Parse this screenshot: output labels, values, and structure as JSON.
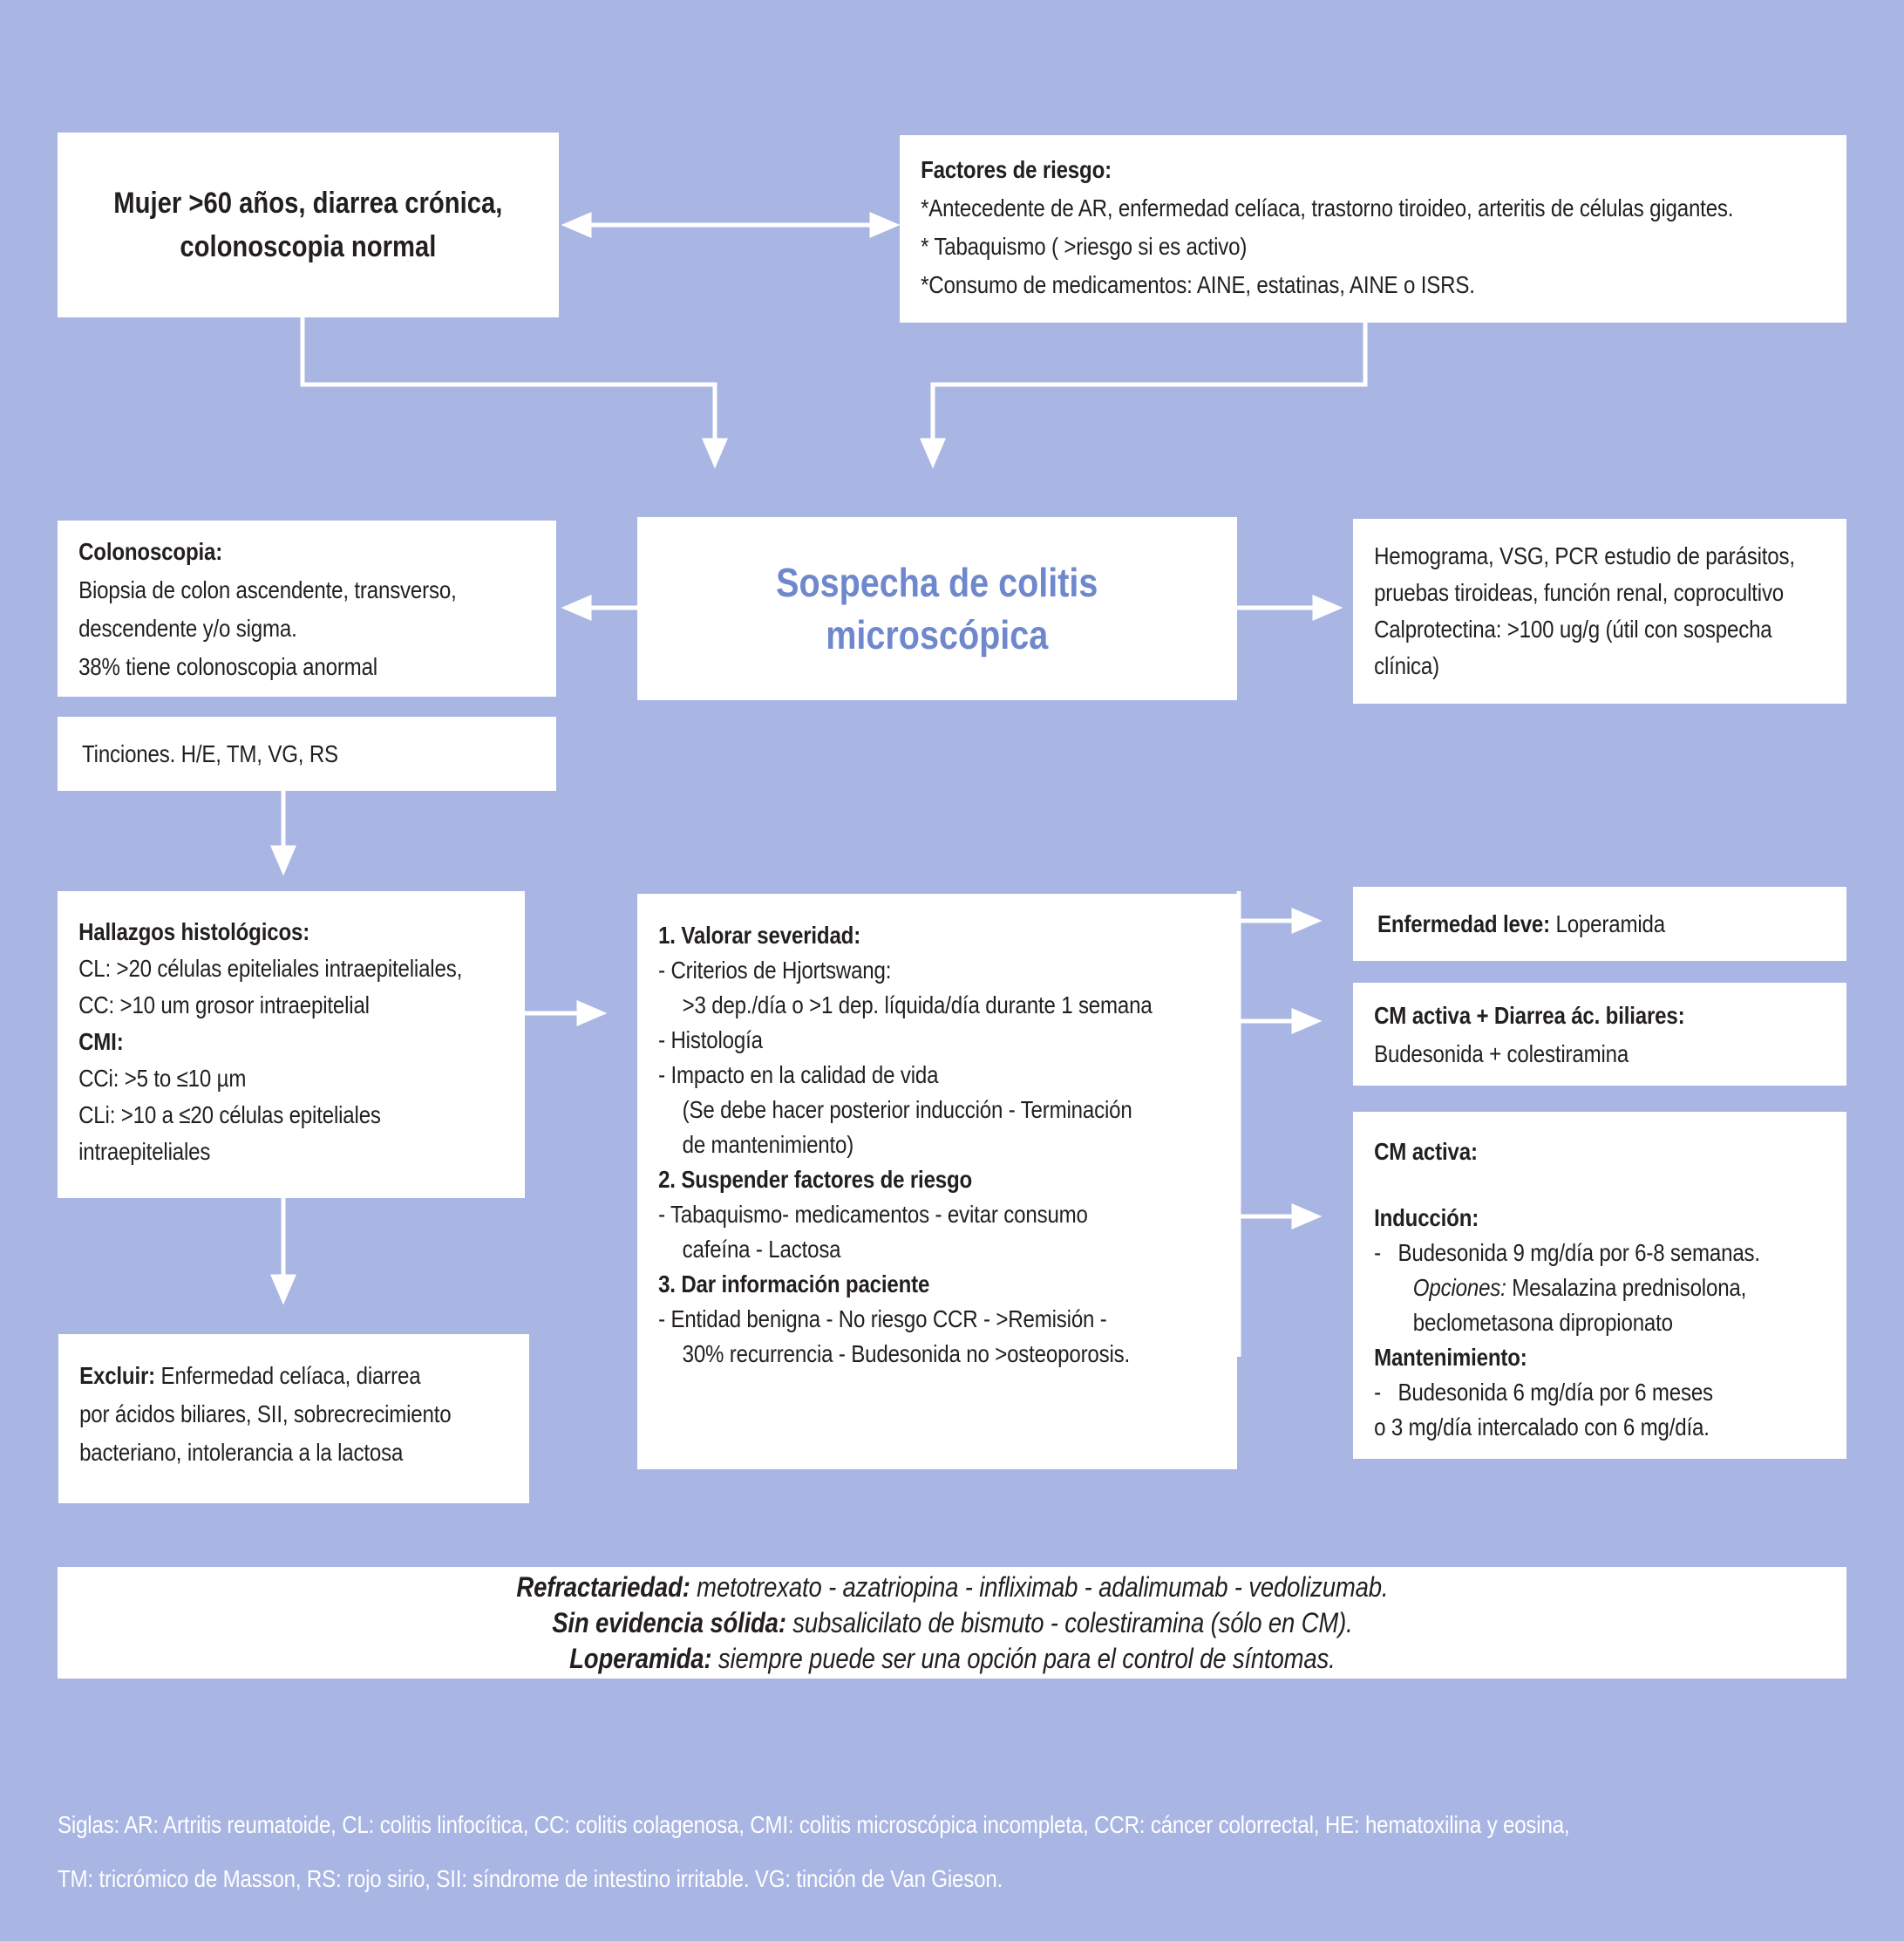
{
  "colors": {
    "background": "#a9b5e2",
    "box": "#ffffff",
    "text": "#231f20",
    "title_blue": "#6f88cd",
    "connector": "#ffffff"
  },
  "patient": {
    "line1": "Mujer >60 años, diarrea crónica,",
    "line2": "colonoscopia normal"
  },
  "risk_factors": {
    "title": "Factores de riesgo:",
    "line1": "*Antecedente de AR, enfermedad celíaca, trastorno tiroideo, arteritis de células gigantes.",
    "line2": "* Tabaquismo ( >riesgo si es activo)",
    "line3": "*Consumo de medicamentos: AINE, estatinas, AINE o ISRS."
  },
  "suspicion": {
    "line1": "Sospecha de colitis",
    "line2": "microscópica"
  },
  "colonoscopy": {
    "title": "Colonoscopia:",
    "line1": "Biopsia de colon ascendente, transverso,",
    "line2": "descendente y/o sigma.",
    "line3": "38% tiene colonoscopia anormal"
  },
  "labs": {
    "line1": "Hemograma, VSG, PCR estudio de parásitos,",
    "line2": "pruebas tiroideas, función renal, coprocultivo",
    "line3": "Calprotectina: >100 ug/g (útil con sospecha",
    "line4": "clínica)"
  },
  "stains": {
    "text": "Tinciones. H/E, TM, VG, RS"
  },
  "histology": {
    "title": "Hallazgos histológicos:",
    "line1": "CL: >20 células epiteliales intraepiteliales,",
    "line2": "CC: >10 um grosor intraepitelial",
    "subtitle": "CMI:",
    "line3": "CCi: >5 to ≤10 µm",
    "line4": "CLi: >10 a ≤20 células epiteliales",
    "line5": "intraepiteliales"
  },
  "management": {
    "step1_title": "1. Valorar severidad:",
    "step1_lines": [
      "- Criterios de Hjortswang:",
      ">3 dep./día o >1 dep. líquida/día durante 1 semana",
      "- Histología",
      "- Impacto en la calidad de vida",
      "(Se debe hacer posterior inducción - Terminación",
      "de mantenimiento)"
    ],
    "step2_title": "2. Suspender factores de riesgo",
    "step2_lines": [
      "- Tabaquismo- medicamentos - evitar consumo",
      "cafeína - Lactosa"
    ],
    "step3_title": "3. Dar información paciente",
    "step3_lines": [
      "- Entidad benigna - No riesgo CCR - >Remisión -",
      "30% recurrencia - Budesonida no >osteoporosis."
    ]
  },
  "mild": {
    "label": "Enfermedad leve:",
    "value": " Loperamida"
  },
  "bile": {
    "title": "CM activa + Diarrea ác. biliares:",
    "line1": "Budesonida + colestiramina"
  },
  "active_cm": {
    "title": "CM activa:",
    "induction_title": "Inducción:",
    "ind_line1": "-   Budesonida 9 mg/día por 6-8 semanas.",
    "ind_line2_label": "Opciones:",
    "ind_line2_rest": " Mesalazina prednisolona,",
    "ind_line3": "beclometasona dipropionato",
    "maintenance_title": "Mantenimiento:",
    "maint_line1": "-   Budesonida 6 mg/día por 6 meses",
    "maint_line2": "o 3 mg/día intercalado con 6 mg/día."
  },
  "exclude": {
    "label": "Excluir:",
    "rest1": " Enfermedad celíaca, diarrea",
    "line2": "por ácidos biliares, SII, sobrecrecimiento",
    "line3": "bacteriano, intolerancia a la lactosa"
  },
  "refractory": {
    "l1_label": "Refractariedad:",
    "l1_rest": " metotrexato - azatriopina - infliximab - adalimumab - vedolizumab.",
    "l2_label": "Sin evidencia sólida:",
    "l2_rest": " subsalicilato de bismuto - colestiramina (sólo en CM).",
    "l3_label": "Loperamida:",
    "l3_rest": " siempre puede ser una opción para el control de síntomas."
  },
  "abbreviations": {
    "line1": "Siglas: AR: Artritis reumatoide, CL: colitis linfocítica, CC: colitis colagenosa, CMI: colitis microscópica incompleta, CCR: cáncer colorrectal, HE: hematoxilina y eosina,",
    "line2": "TM: tricrómico de Masson, RS: rojo sirio, SII: síndrome de intestino irritable. VG: tinción de Van Gieson."
  }
}
